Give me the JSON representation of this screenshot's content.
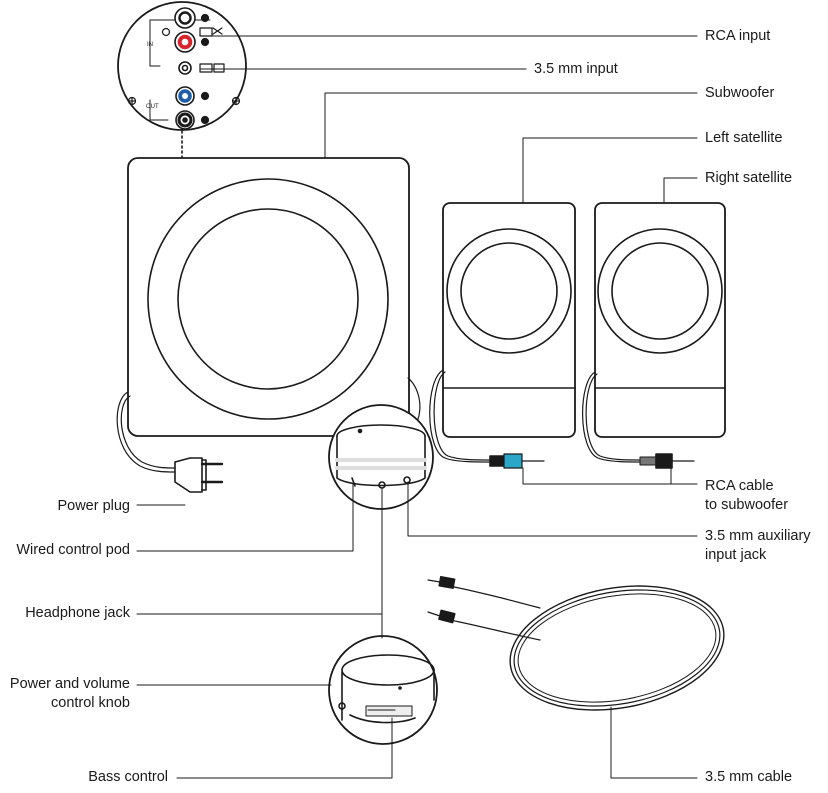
{
  "labels": {
    "rca_input": "RCA input",
    "input_35mm": "3.5 mm input",
    "subwoofer": "Subwoofer",
    "left_satellite": "Left satellite",
    "right_satellite": "Right satellite",
    "rca_cable": [
      "RCA cable",
      "to subwoofer"
    ],
    "aux_jack": [
      "3.5 mm auxiliary",
      "input jack"
    ],
    "cable_35mm": "3.5 mm cable",
    "power_plug": "Power plug",
    "control_pod": "Wired control pod",
    "headphone_jack": "Headphone jack",
    "volume_knob": [
      "Power and volume",
      "control knob"
    ],
    "bass_control": "Bass control"
  },
  "panel_marks": {
    "in": "IN",
    "out": "OUT"
  },
  "colors": {
    "line": "#1a1a1a",
    "rca_red": "#d7262e",
    "rca_blue": "#1f5fa8",
    "cable_cyan": "#2aa6c9"
  }
}
